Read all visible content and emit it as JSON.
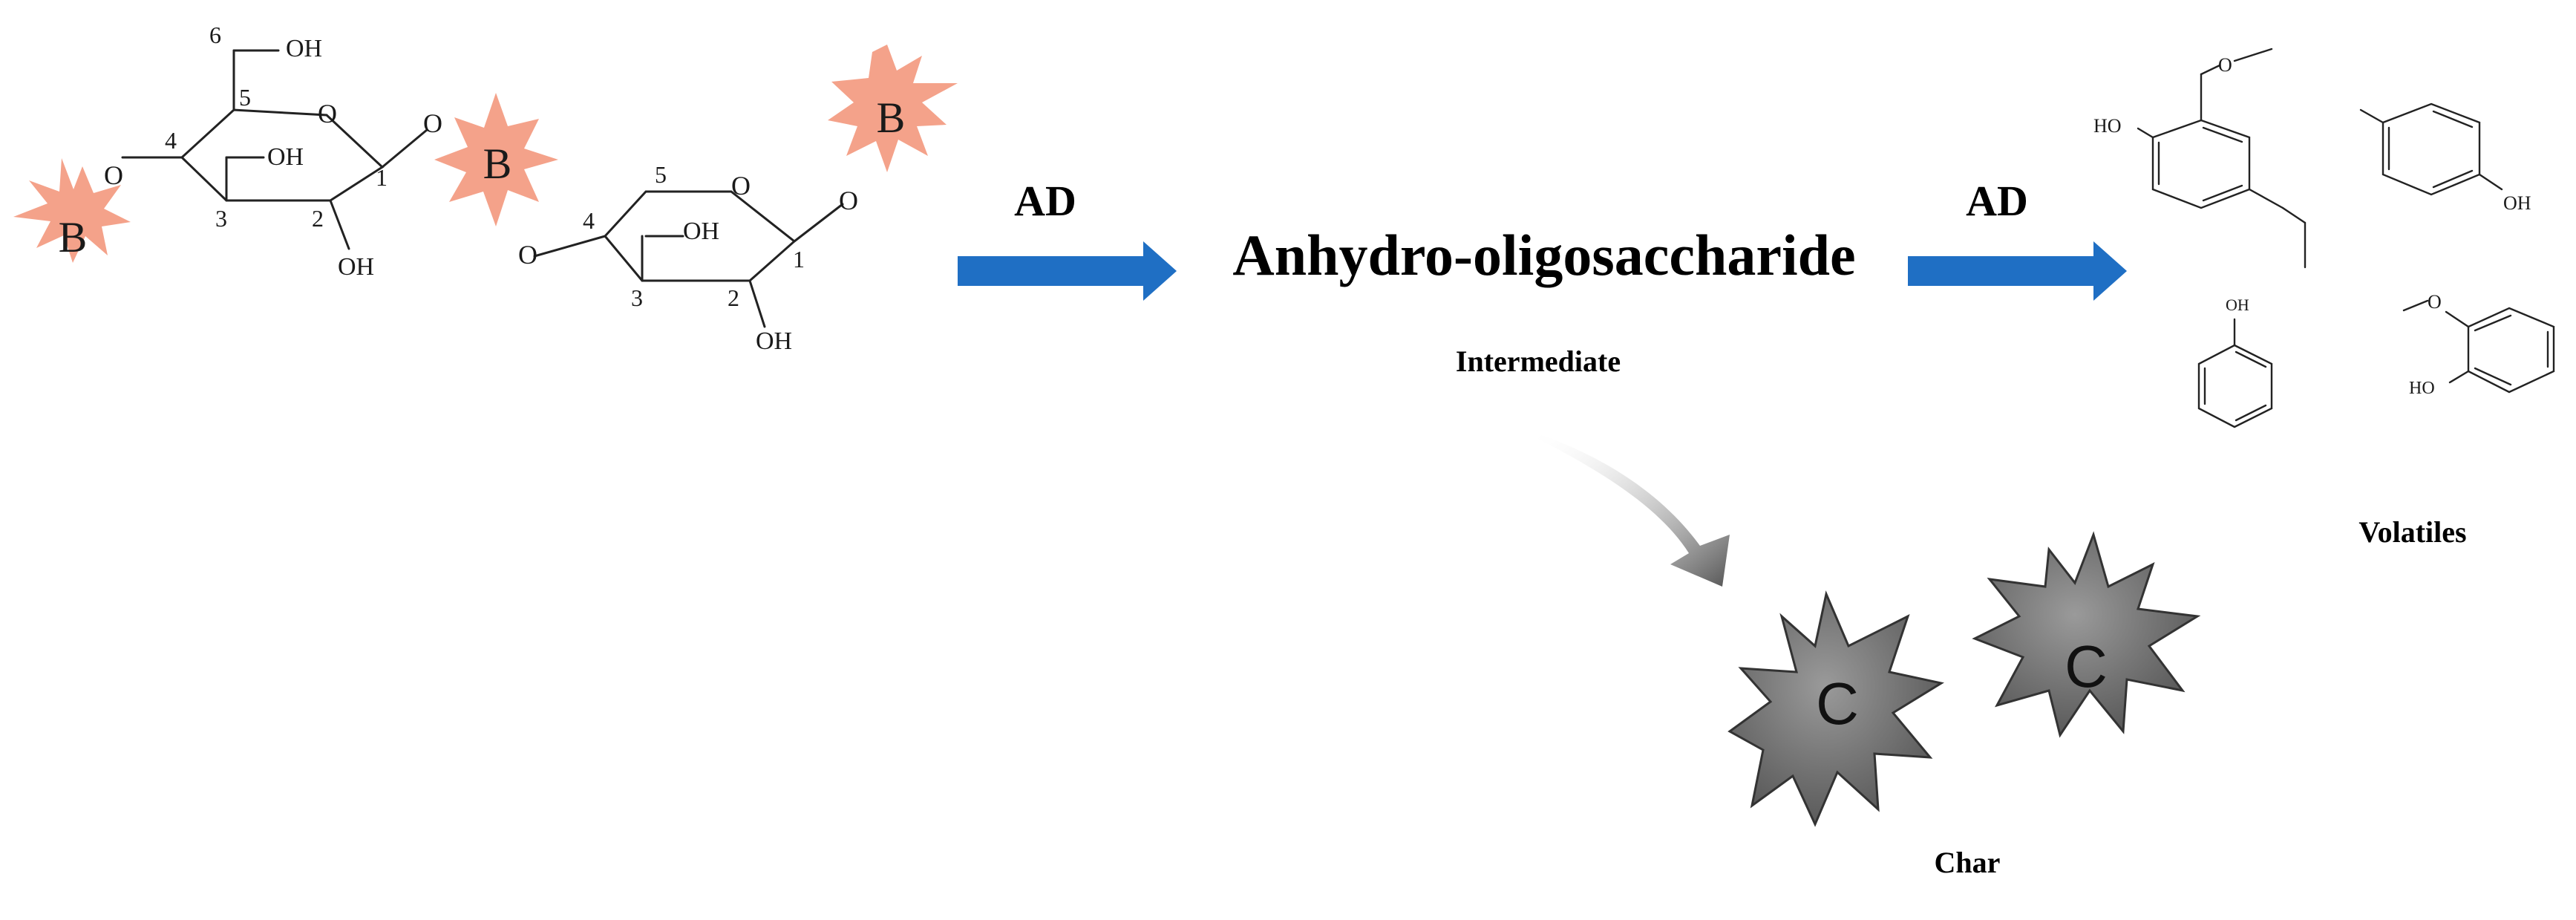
{
  "process": {
    "arrow_label_1": "AD",
    "arrow_label_2": "AD",
    "intermediate": "Anhydro-oligosaccharide",
    "intermediate_caption": "Intermediate",
    "volatiles_caption": "Volatiles",
    "char_caption": "Char"
  },
  "badges": {
    "b_label": "B",
    "c_label": "C"
  },
  "sugar": {
    "oh": "OH",
    "o": "O",
    "ho": "HO",
    "n1": "1",
    "n2": "2",
    "n3": "3",
    "n4": "4",
    "n5": "5",
    "n6": "6"
  },
  "colors": {
    "arrow_blue": "#1f6fc4",
    "badge_b_fill": "#f4a28a",
    "badge_c_fill": "#7a7a7a"
  }
}
